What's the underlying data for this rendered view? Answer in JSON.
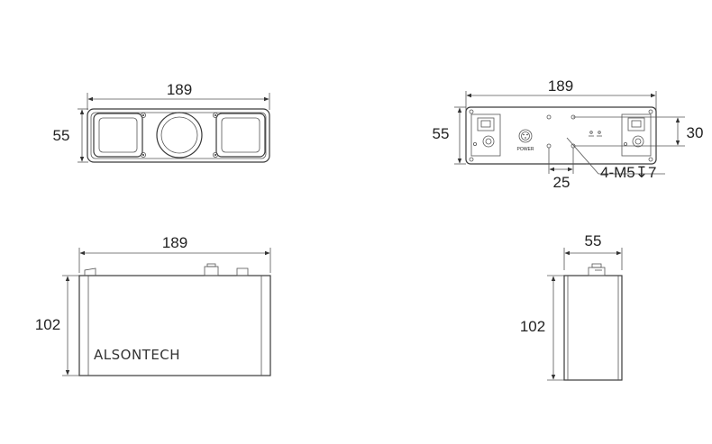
{
  "front_view": {
    "width_label": "189",
    "height_label": "55"
  },
  "rear_view": {
    "width_label": "189",
    "height_label": "55",
    "hole_offset_label": "30",
    "hole_spacing_label": "25",
    "hole_callout": "4-M5↧7",
    "power_label": "POWER"
  },
  "side_view": {
    "width_label": "189",
    "height_label": "102",
    "brand_text": "ALSONTECH"
  },
  "end_view": {
    "width_label": "55",
    "height_label": "102"
  }
}
